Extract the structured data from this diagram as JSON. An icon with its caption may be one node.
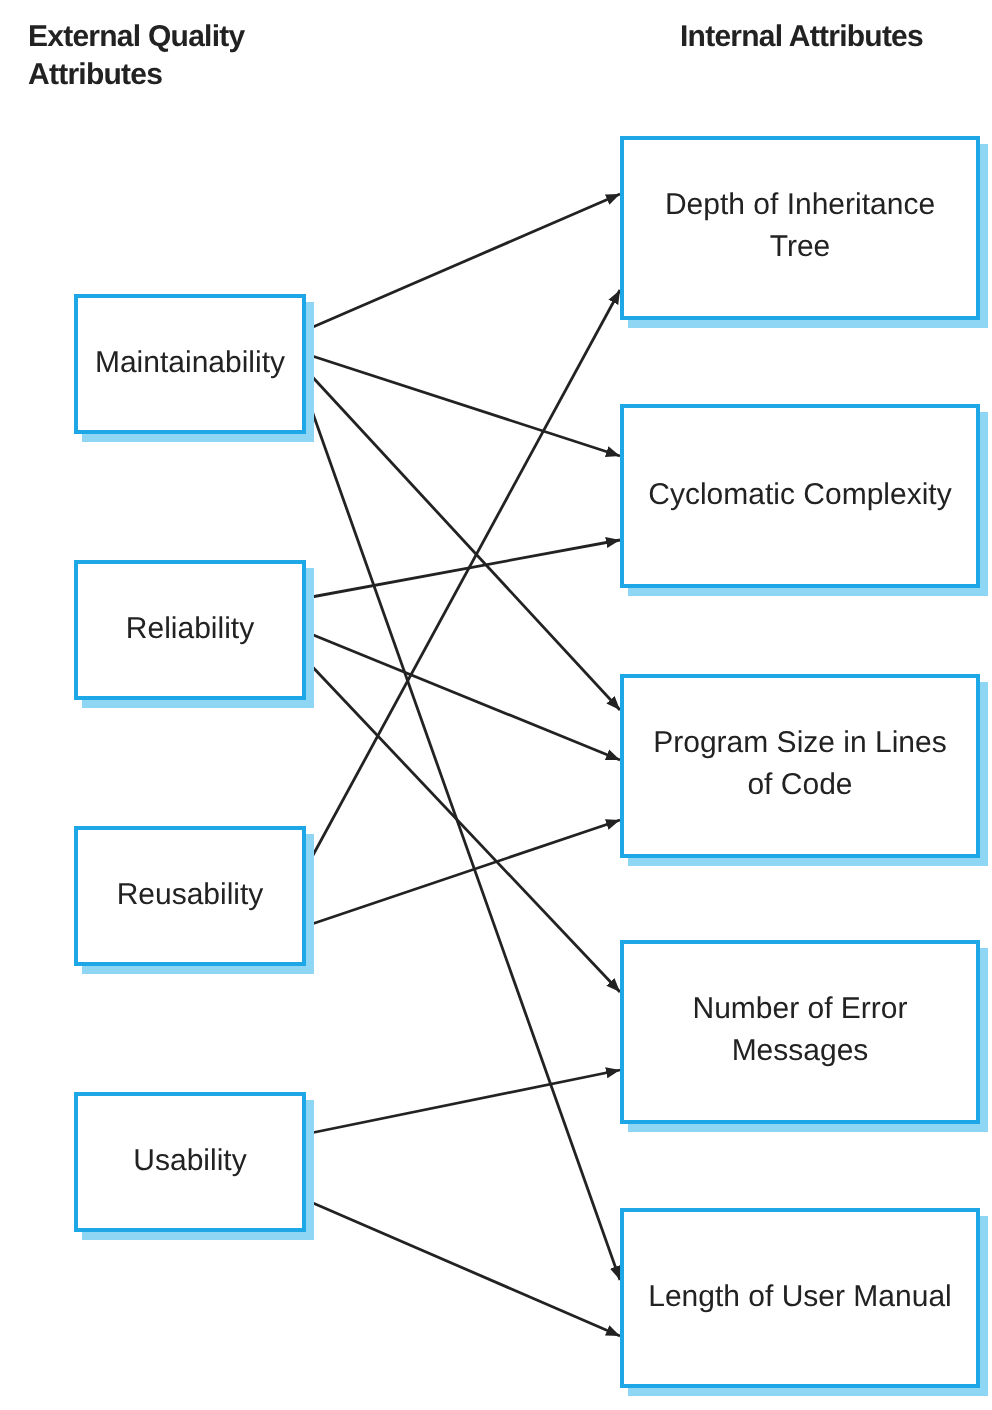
{
  "diagram": {
    "nodes": [
      {
        "text": [
          "Maintainability"
        ]
      },
      {
        "text": [
          "Reliability"
        ]
      },
      {
        "text": [
          "Reusability"
        ]
      },
      {
        "text": [
          "Usability"
        ]
      },
      {
        "text": [
          "Depth of Inheritance Tree"
        ]
      },
      {
        "text": [
          "Cyclomatic Complexity"
        ]
      },
      {
        "text": [
          "Program Size in Lines of Code"
        ]
      },
      {
        "text": [
          "Number of Error Messages"
        ]
      },
      {
        "text": [
          "Length of User Manual"
        ]
      }
    ],
    "edges": [
      {
        "from": 0,
        "to": 4,
        "arrow": "to"
      },
      {
        "from": 0,
        "to": 5,
        "arrow": "to"
      },
      {
        "from": 0,
        "to": 6,
        "arrow": "to"
      },
      {
        "from": 0,
        "to": 8,
        "arrow": "to"
      },
      {
        "from": 1,
        "to": 5,
        "arrow": "to"
      },
      {
        "from": 1,
        "to": 6,
        "arrow": "to"
      },
      {
        "from": 1,
        "to": 7,
        "arrow": "to"
      },
      {
        "from": 2,
        "to": 4,
        "arrow": "to"
      },
      {
        "from": 2,
        "to": 6,
        "arrow": "to"
      },
      {
        "from": 3,
        "to": 7,
        "arrow": "to"
      },
      {
        "from": 3,
        "to": 8,
        "arrow": "to"
      }
    ],
    "labels": [
      "External Quality Attributes",
      "Internal Attributes"
    ]
  }
}
